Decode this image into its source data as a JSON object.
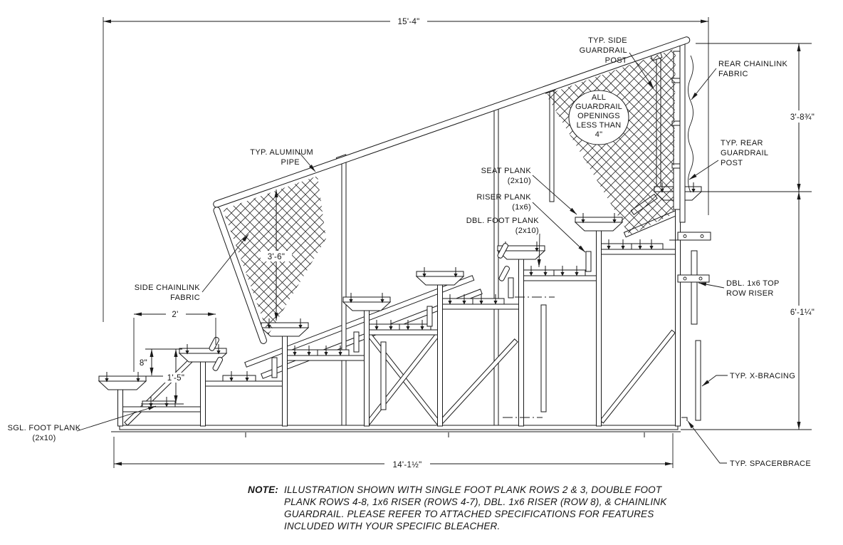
{
  "drawing": {
    "dimensions": {
      "overall_depth": "15'-4\"",
      "guardrail_above_seat": "3'-8¾\"",
      "overall_height": "6'-1¼\"",
      "frame_depth": "14'-1½\"",
      "row_depth": "2'",
      "row_rise": "8\"",
      "seat_height": "1'-5\"",
      "side_guardrail_height": "3'-6\""
    },
    "labels": {
      "side_guardrail_post": [
        "TYP. SIDE",
        "GUARDRAIL",
        "POST"
      ],
      "rear_chainlink_fabric": [
        "REAR CHAINLINK",
        "FABRIC"
      ],
      "rear_guardrail_post": [
        "TYP. REAR",
        "GUARDRAIL",
        "POST"
      ],
      "aluminum_pipe": [
        "TYP. ALUMINUM",
        "PIPE"
      ],
      "seat_plank": [
        "SEAT PLANK",
        "(2x10)"
      ],
      "riser_plank": [
        "RISER PLANK",
        "(1x6)"
      ],
      "dbl_foot_plank": [
        "DBL. FOOT PLANK",
        "(2x10)"
      ],
      "side_chainlink_fabric": [
        "SIDE CHAINLINK",
        "FABRIC"
      ],
      "sgl_foot_plank": [
        "SGL. FOOT PLANK",
        "(2x10)"
      ],
      "dbl_top_row_riser": [
        "DBL. 1x6 TOP",
        "ROW RISER"
      ],
      "x_bracing": "TYP. X-BRACING",
      "spacerbrace": "TYP. SPACERBRACE"
    },
    "guardrail_note": [
      "ALL",
      "GUARDRAIL",
      "OPENINGS",
      "LESS THAN",
      "4\""
    ],
    "note": {
      "prefix": "NOTE:",
      "lines": [
        "ILLUSTRATION SHOWN WITH SINGLE FOOT PLANK ROWS 2 & 3, DOUBLE FOOT",
        "PLANK ROWS 4-8, 1x6 RISER (ROWS 4-7), DBL. 1x6 RISER (ROW 8), & CHAINLINK",
        "GUARDRAIL. PLEASE REFER TO ATTACHED SPECIFICATIONS FOR FEATURES",
        "INCLUDED WITH YOUR SPECIFIC BLEACHER."
      ]
    },
    "colors": {
      "line": "#1a1a1a",
      "background": "#ffffff"
    }
  }
}
